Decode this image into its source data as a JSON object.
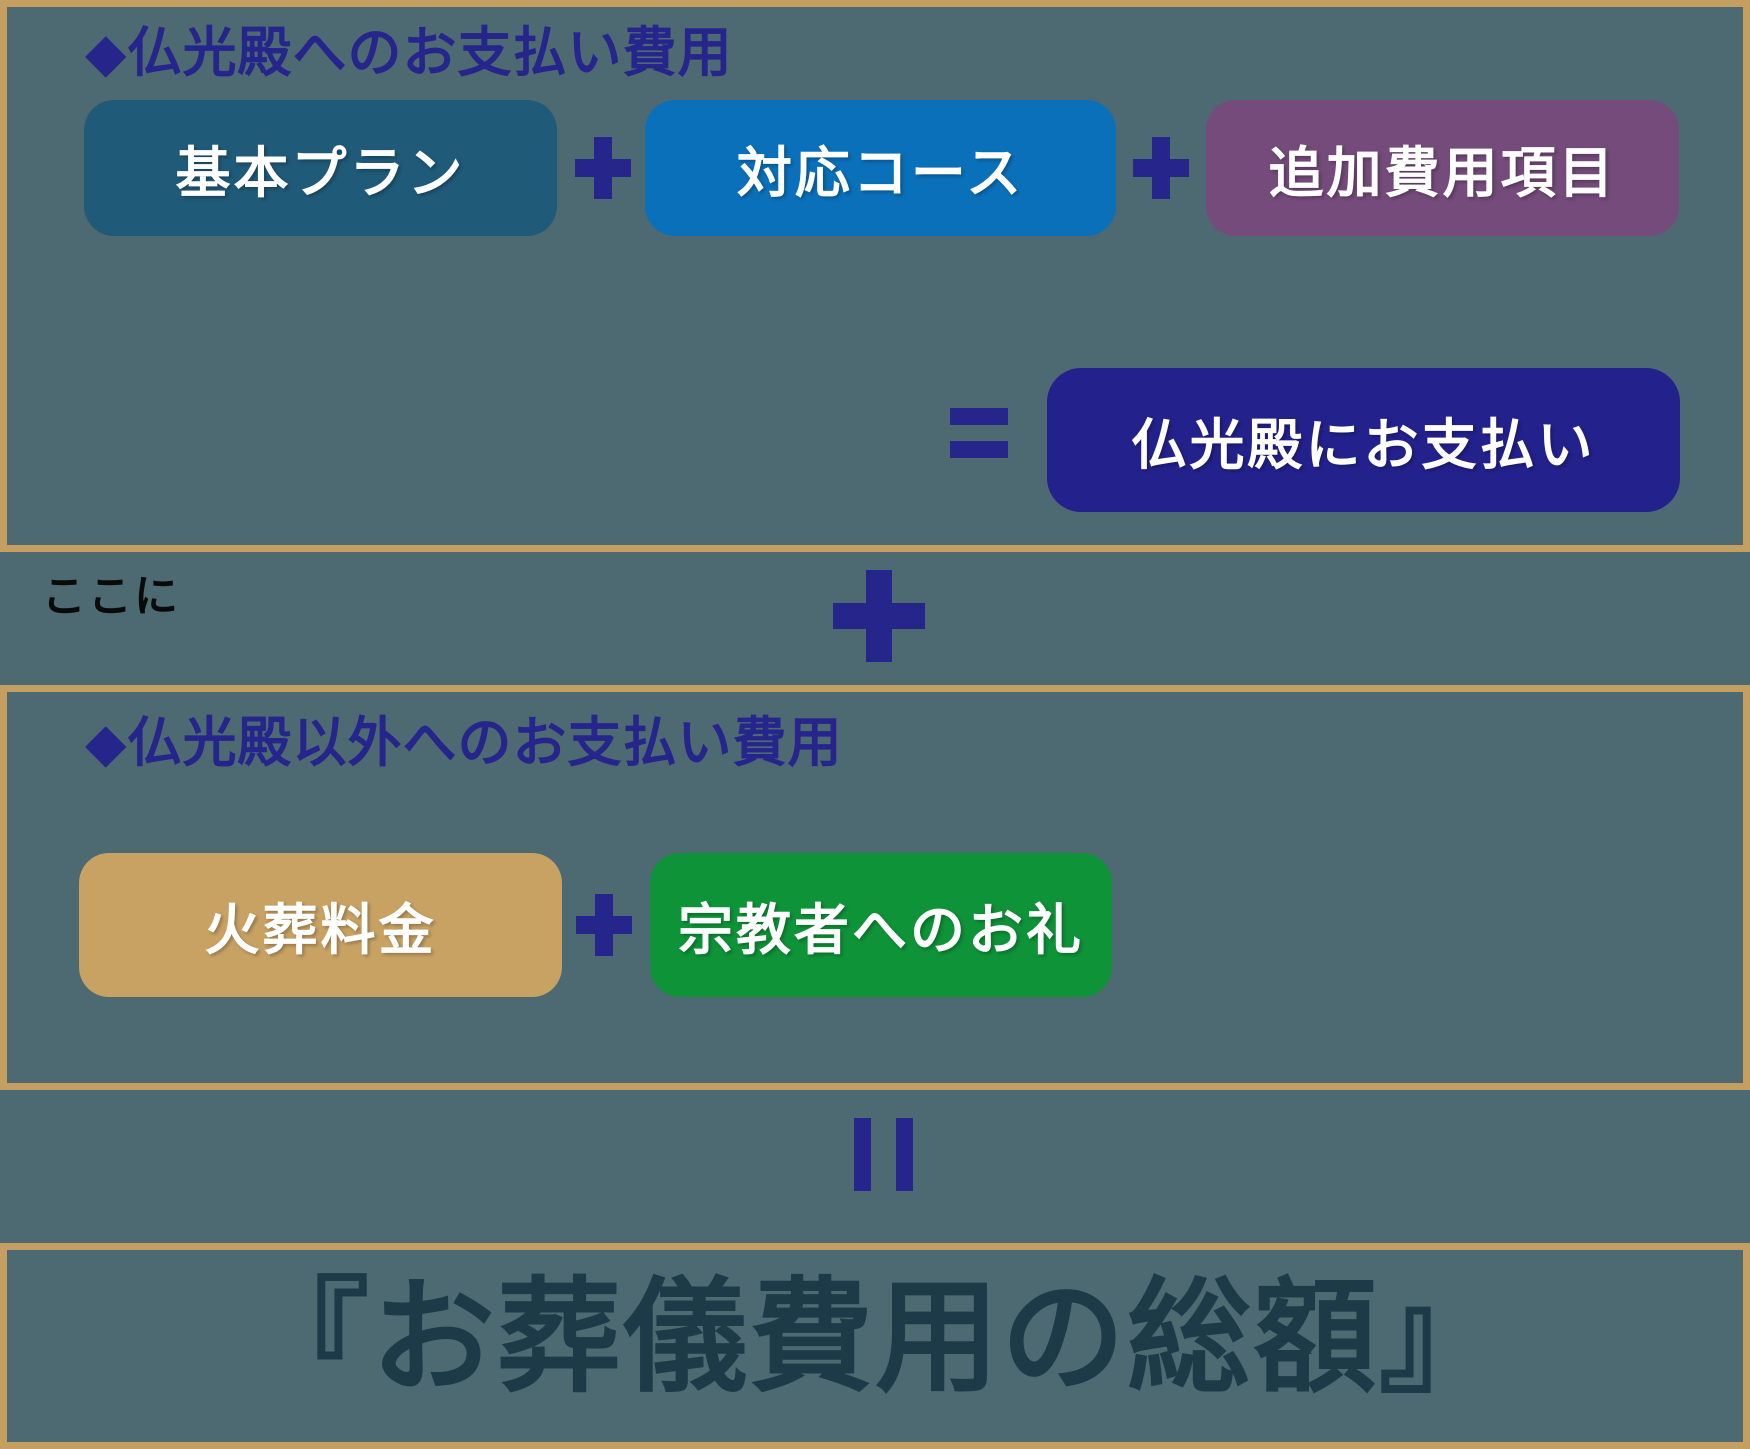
{
  "colors": {
    "background": "#4d6972",
    "panel_border": "#c49f61",
    "accent_navy": "#26258c",
    "total_text": "#1d3a48"
  },
  "panel_bukkoden": {
    "heading": "◆仏光殿へのお支払い費用",
    "items": [
      {
        "label": "基本プラン",
        "bg": "#1f5a78"
      },
      {
        "label": "対応コース",
        "bg": "#0a70ba"
      },
      {
        "label": "追加費用項目",
        "bg": "#744b7a"
      }
    ],
    "result": {
      "label": "仏光殿にお支払い",
      "bg": "#23218c"
    }
  },
  "connector": {
    "note": "ここに"
  },
  "panel_other": {
    "heading": "◆仏光殿以外へのお支払い費用",
    "items": [
      {
        "label": "火葬料金",
        "bg": "#c8a263"
      },
      {
        "label": "宗教者へのお礼",
        "bg": "#0e9338"
      }
    ]
  },
  "panel_total": {
    "label": "『お葬儀費用の総額』"
  }
}
